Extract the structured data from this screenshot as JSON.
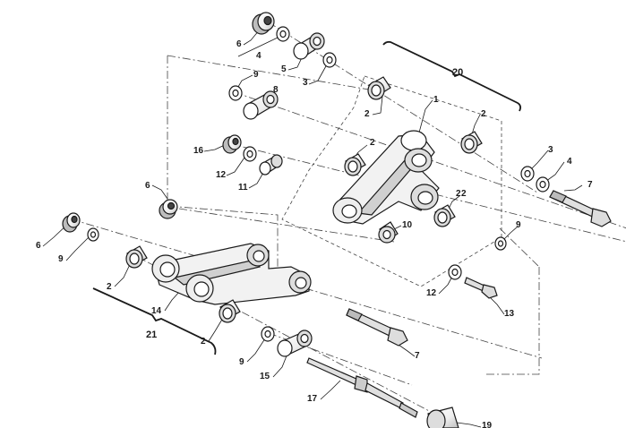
{
  "callouts": [
    "6",
    "4",
    "5",
    "3",
    "9",
    "8",
    "2",
    "1",
    "2",
    "16",
    "12",
    "11",
    "2",
    "2",
    "3",
    "4",
    "7",
    "6",
    "10",
    "2",
    "9",
    "6",
    "9",
    "2",
    "14",
    "12",
    "13",
    "2",
    "9",
    "7",
    "15",
    "17",
    "19"
  ],
  "groups": [
    "20",
    "21"
  ],
  "colors": {
    "ink": "#1a1a1a",
    "part_fill": "#ffffff",
    "part_shade": "#d9d9d9"
  }
}
